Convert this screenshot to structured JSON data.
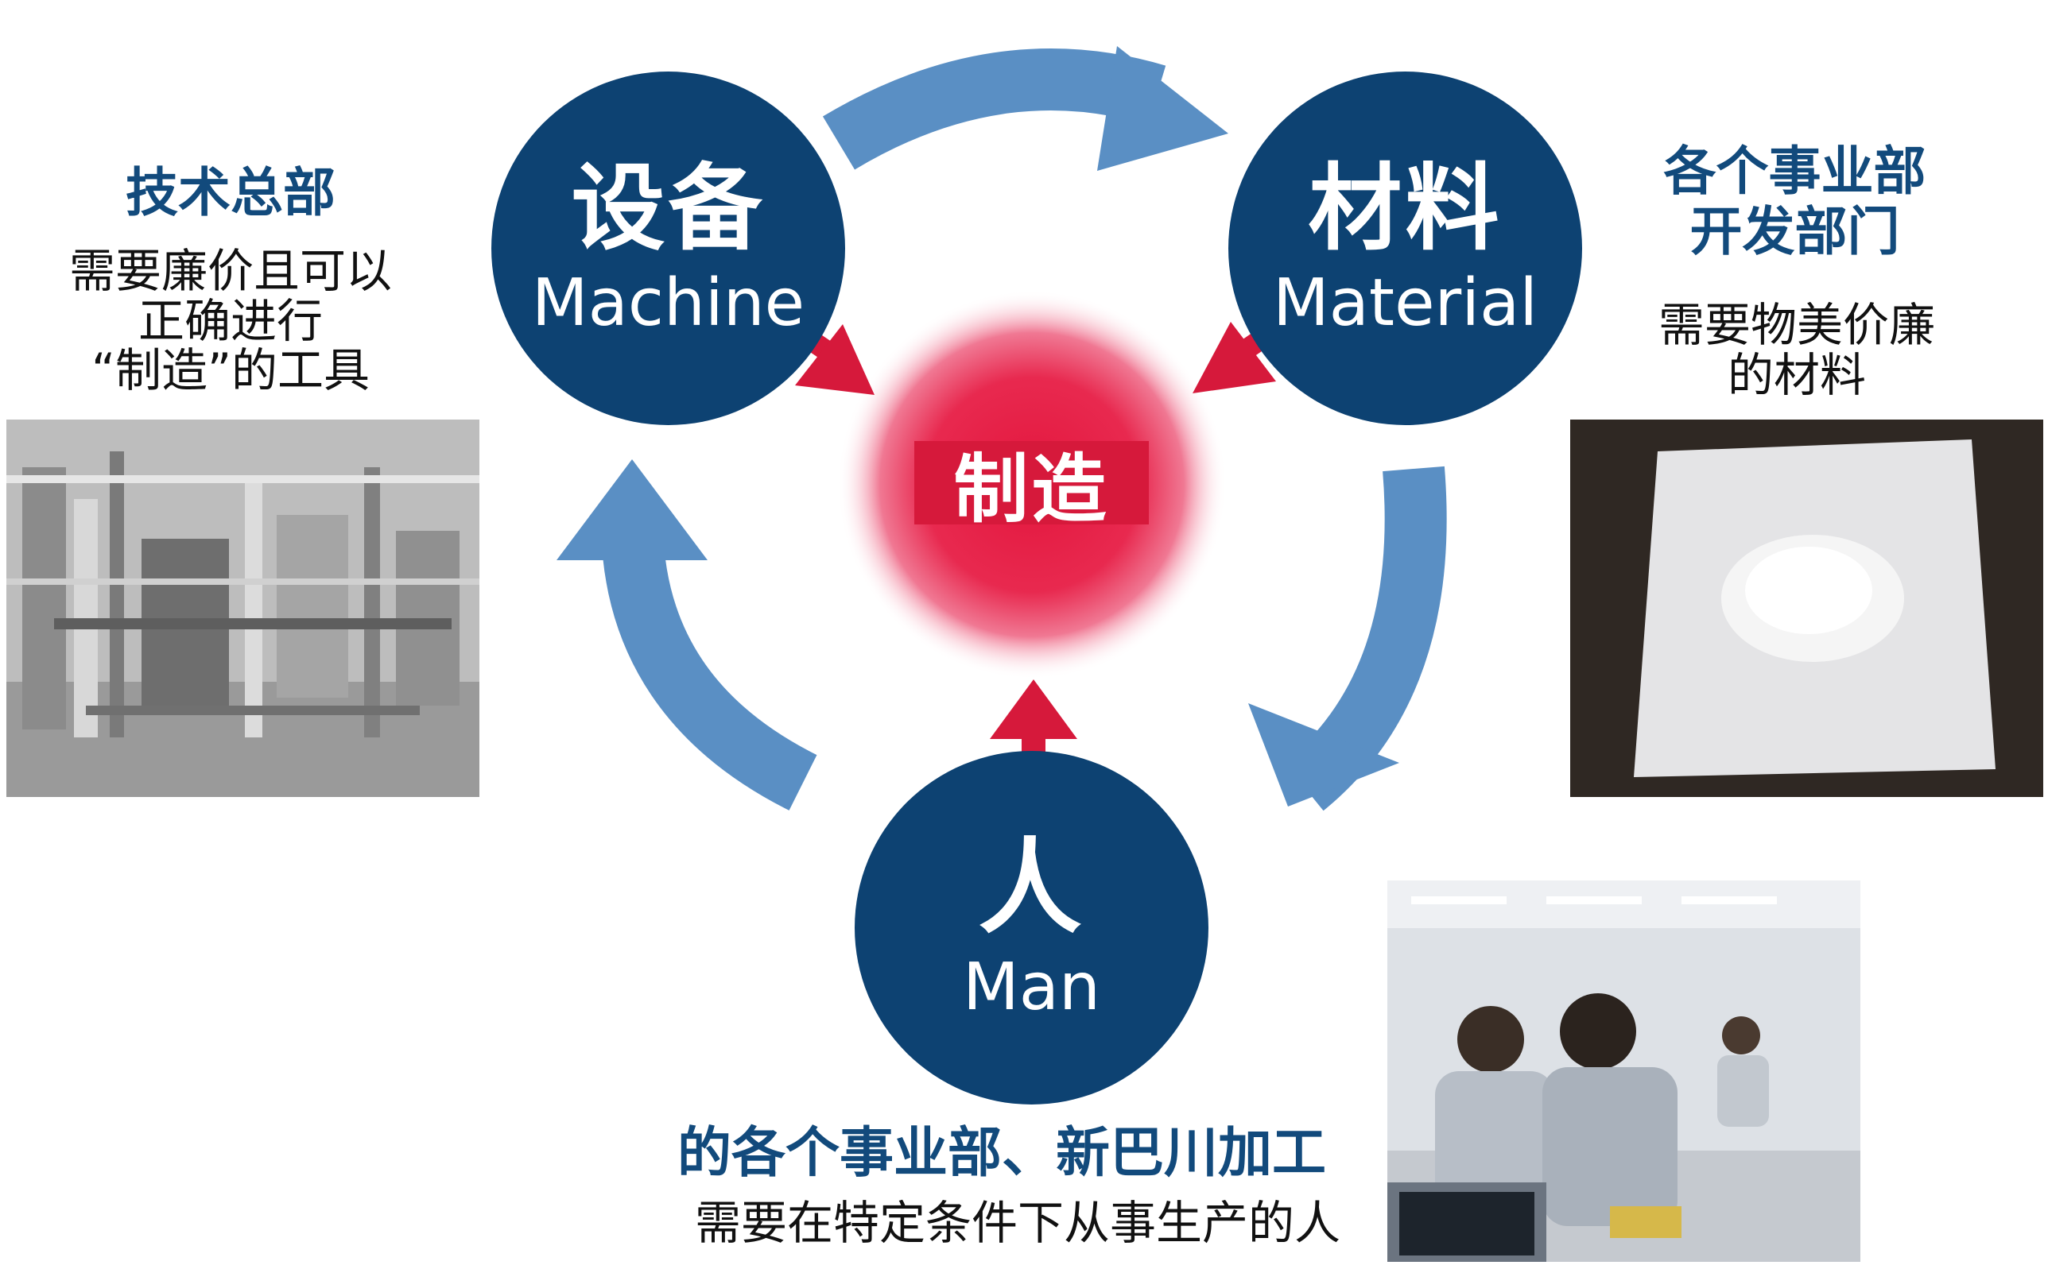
{
  "center": {
    "label": "制造"
  },
  "nodes": {
    "machine": {
      "zh": "设备",
      "en": "Machine"
    },
    "material": {
      "zh": "材料",
      "en": "Material"
    },
    "man": {
      "zh": "人",
      "en": "Man"
    }
  },
  "left_panel": {
    "heading": "技术总部",
    "desc_lines": [
      "需要廉价且可以",
      "正确进行",
      "“制造”的工具"
    ]
  },
  "right_panel": {
    "heading_lines": [
      "各个事业部",
      "开发部门"
    ],
    "desc_lines": [
      "需要物美价廉",
      "的材料"
    ]
  },
  "bottom_panel": {
    "heading": "的各个事业部、新巴川加工",
    "desc": "需要在特定条件下从事生产的人"
  },
  "colors": {
    "navy": "#0d4272",
    "cycle_arrow": "#5a8fc4",
    "accent_red": "#d6193b",
    "heading_blue": "#124a7c"
  }
}
